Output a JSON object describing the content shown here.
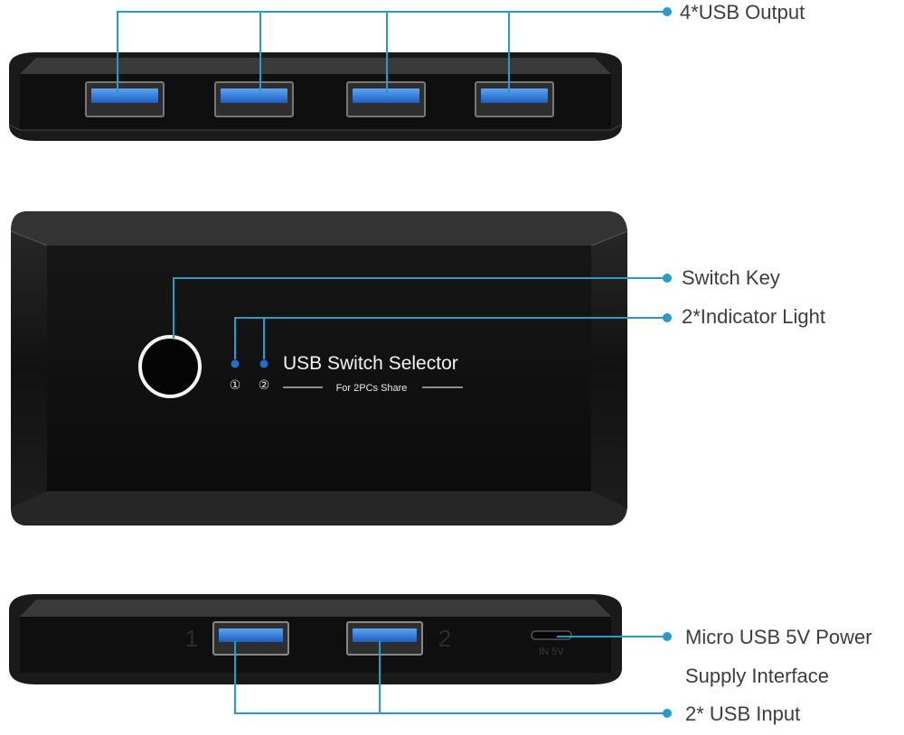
{
  "callouts": {
    "usb_output": "4*USB Output",
    "switch_key": "Switch Key",
    "indicator_light": "2*Indicator Light",
    "power_line1": "Micro USB 5V Power",
    "power_line2": "Supply Interface",
    "usb_input": "2* USB Input"
  },
  "device": {
    "title": "USB Switch Selector",
    "subtitle": "For 2PCs Share",
    "indicator_1": "①",
    "indicator_2": "②",
    "port_label_1": "1",
    "port_label_2": "2",
    "power_port_label": "IN 5V"
  },
  "colors": {
    "accent": "#2a9ac9",
    "usb_blue": "#1f6fd1",
    "body": "#141414"
  }
}
